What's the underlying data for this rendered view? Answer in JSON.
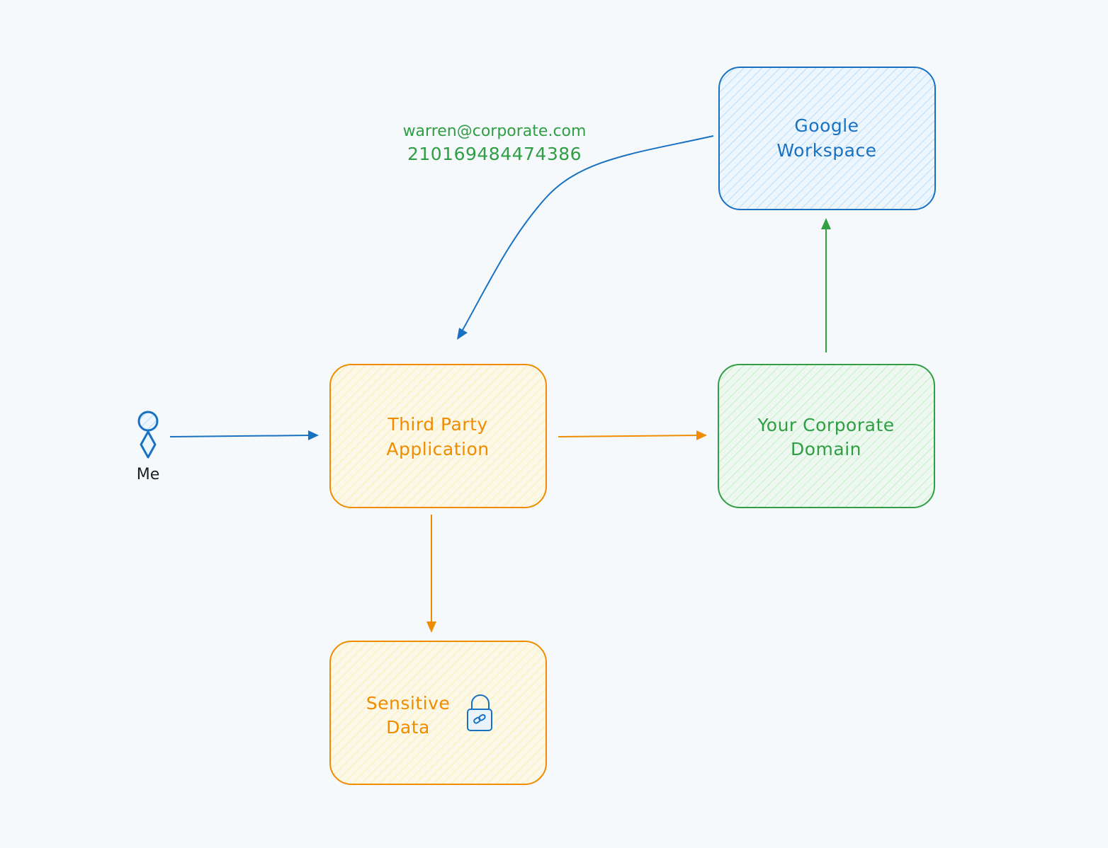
{
  "colors": {
    "background": "#f5f9fc",
    "blue": "#1971c2",
    "blue_fill": "#a5d8ff",
    "orange": "#f08c00",
    "orange_fill": "#ffec99",
    "green": "#2f9e44",
    "green_fill": "#b2f2bb",
    "black": "#1e1e1e"
  },
  "actor": {
    "label": "Me",
    "icon": "person-icon"
  },
  "nodes": {
    "google_workspace": {
      "line1": "Google",
      "line2": "Workspace"
    },
    "third_party_app": {
      "line1": "Third Party",
      "line2": "Application"
    },
    "corporate_domain": {
      "line1": "Your Corporate",
      "line2": "Domain"
    },
    "sensitive_data": {
      "line1": "Sensitive",
      "line2": "Data",
      "icon": "lock-icon"
    }
  },
  "annotation": {
    "email": "warren@corporate.com",
    "id": "210169484474386"
  }
}
